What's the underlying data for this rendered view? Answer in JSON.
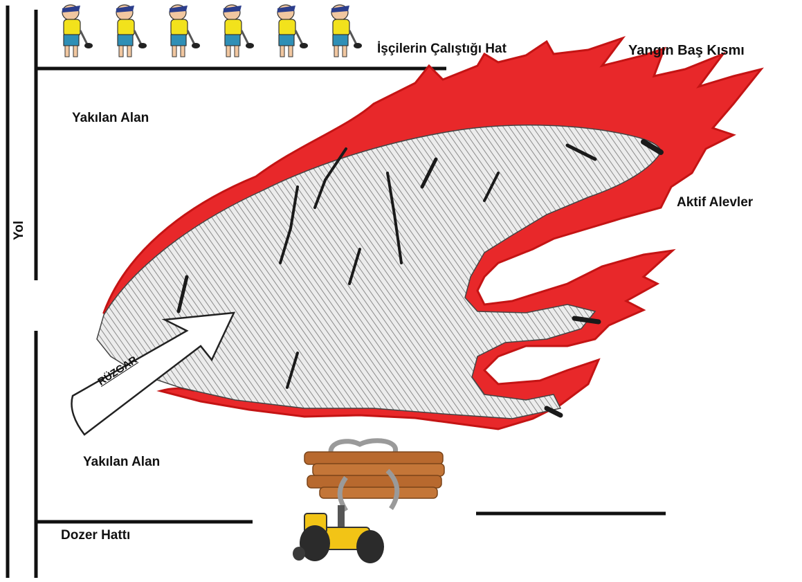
{
  "labels": {
    "workers_line": "İşçilerin Çalıştığı Hat",
    "fire_head": "Yangın Baş Kısmı",
    "burned_area_top": "Yakılan Alan",
    "active_flames": "Aktif Alevler",
    "road": "Yol",
    "wind": "RÜZGAR",
    "burned_area_bottom": "Yakılan Alan",
    "dozer_line": "Dozer Hattı"
  },
  "colors": {
    "flame_red": "#e8282a",
    "flame_edge": "#c41414",
    "line_black": "#111111",
    "worker_shirt": "#f2e21c",
    "worker_pants": "#2f8fb6",
    "dozer_yellow": "#f2c416",
    "log_brown": "#b8692e",
    "smoke_gray": "#9a9a9a"
  },
  "workers_count": 6
}
